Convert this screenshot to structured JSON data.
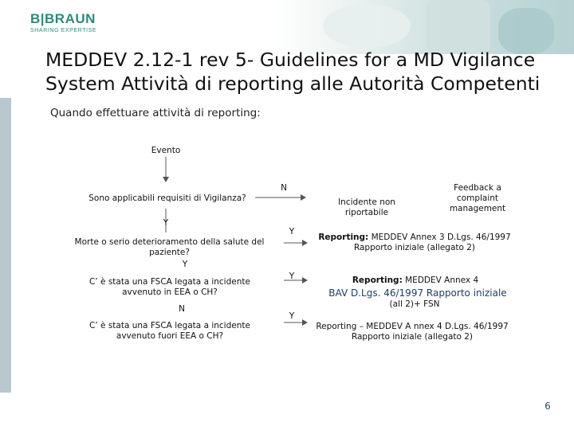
{
  "brand": {
    "name": "B|BRAUN",
    "tagline": "SHARING EXPERTISE"
  },
  "slide": {
    "title": "MEDDEV 2.12-1 rev 5- Guidelines for a MD Vigilance System Attività di reporting alle Autorità Competenti",
    "subtitle": "Quando effettuare attività di reporting:",
    "page_number": "6"
  },
  "flow": {
    "start": "Evento",
    "q_vigilance": "Sono applicabili requisiti di Vigilanza?",
    "q_vigilance_no": "N",
    "q_vigilance_yes": "Y",
    "incident_not_reportable": "Incidente non riportabile",
    "feedback": "Feedback a complaint management",
    "q_health": "Morte o serio deterioramento della salute del paziente?",
    "q_health_yes_right": "Y",
    "q_health_yes_down": "Y",
    "reporting_1_bold": "Reporting:",
    "reporting_1_text": "MEDDEV  Annex 3 D.Lgs. 46/1997 Rapporto iniziale (allegato 2)",
    "q_fsca_eea": "C’ è stata una FSCA legata a incidente avvenuto in EEA o CH?",
    "q_fsca_eea_yes": "Y",
    "q_fsca_eea_no": "N",
    "reporting_2_bold": "Reporting:",
    "reporting_2_text": "MEDDEV  Annex 4",
    "reporting_2_line2": "BAV D.Lgs. 46/1997 Rapporto iniziale",
    "reporting_2_line3": "(all 2)+ FSN",
    "q_fsca_out": "C’ è stata una FSCA legata a incidente avvenuto fuori EEA o CH?",
    "q_fsca_out_yes": "Y",
    "reporting_3_text": "Reporting – MEDDEV A nnex 4 D.Lgs. 46/1997 Rapporto iniziale (allegato 2)"
  },
  "colors": {
    "brand_green": "#2a8c7a",
    "side_band": "#b9c7cf",
    "blue_text": "#1f3f66",
    "page_number": "#2a4f66"
  }
}
